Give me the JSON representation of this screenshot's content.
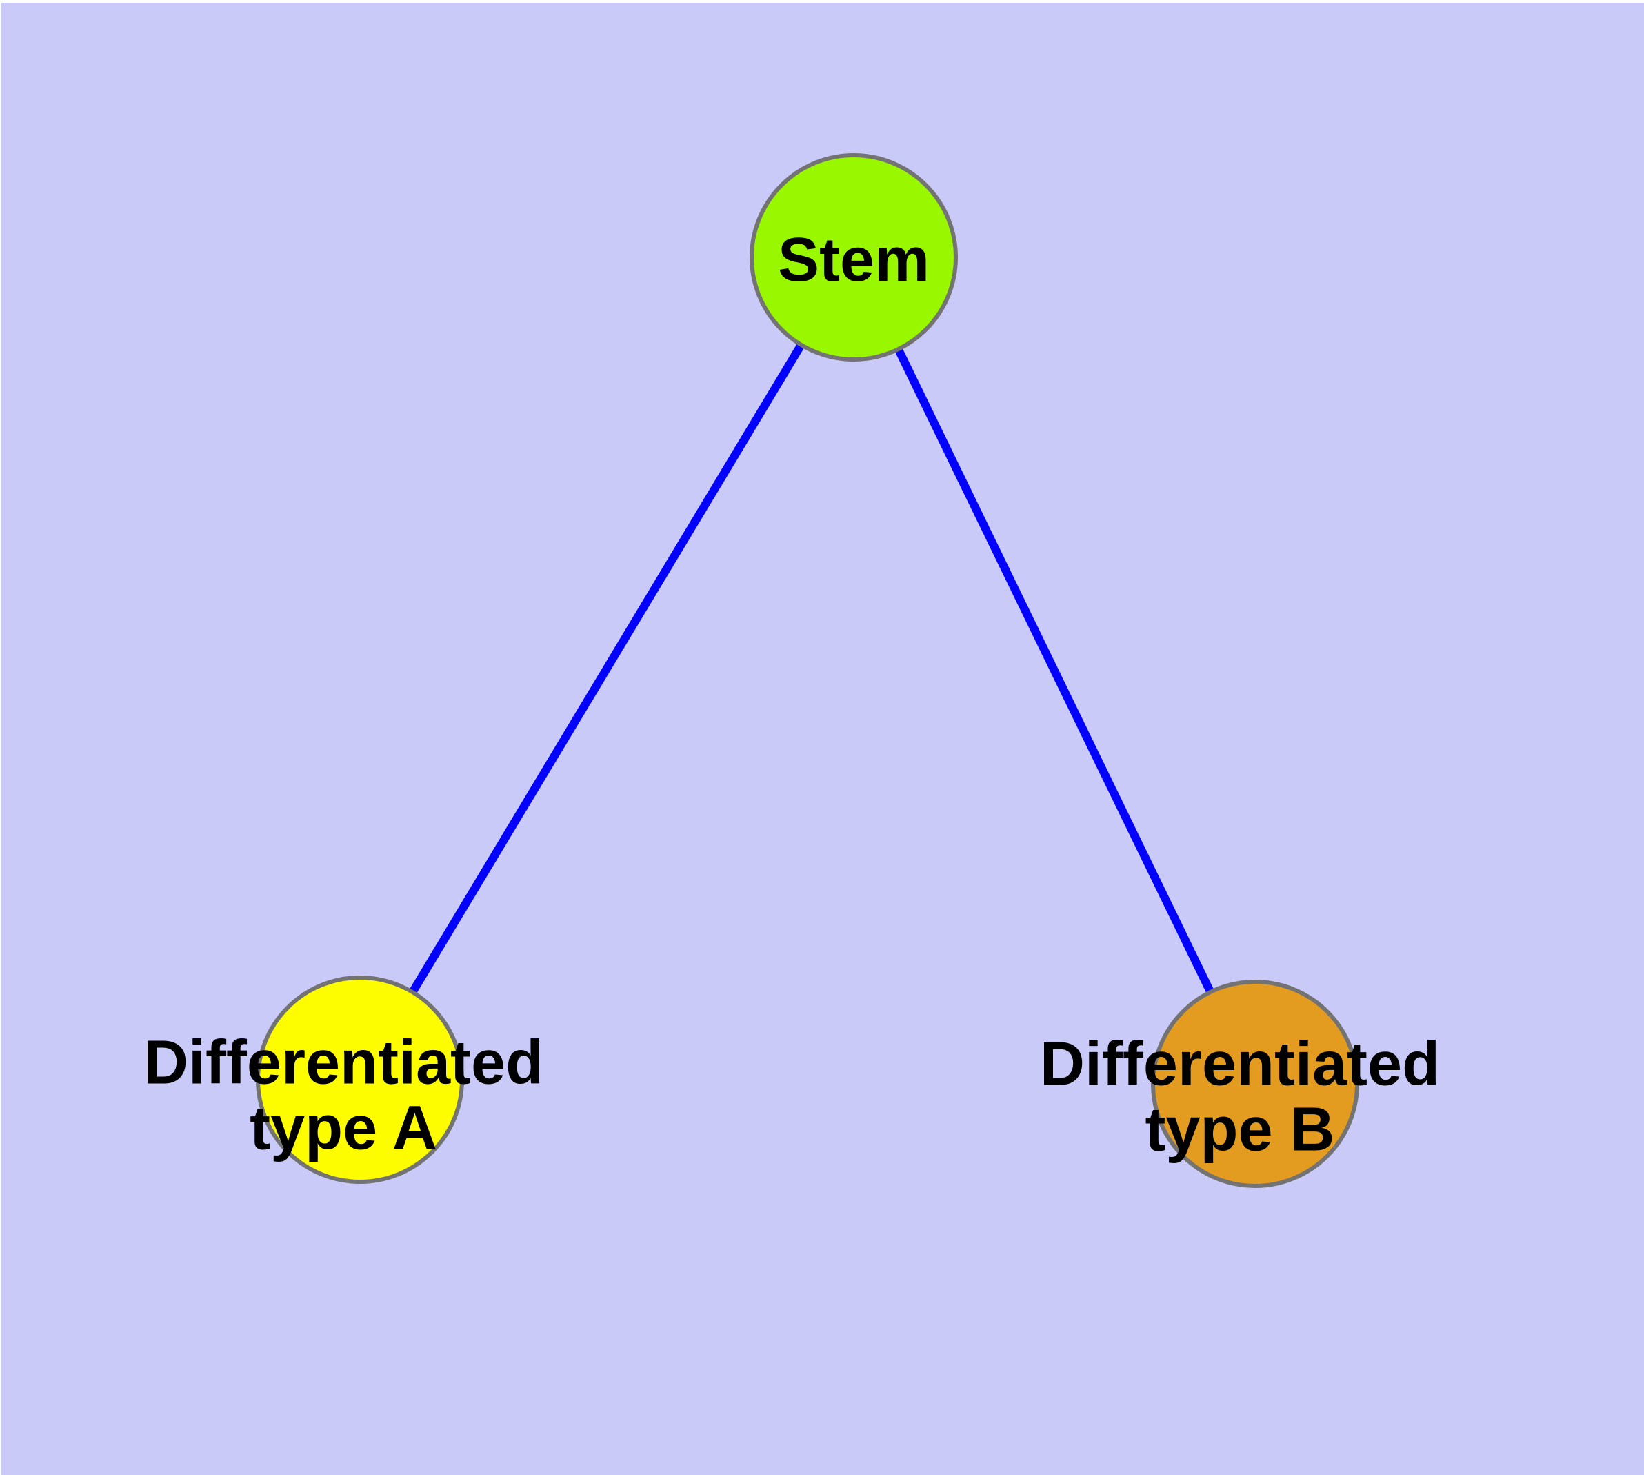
{
  "diagram": {
    "type": "node-link-graph",
    "nodes": [
      {
        "id": "stem",
        "label": "Stem",
        "lines": [
          "Stem"
        ],
        "fill": "#99f800"
      },
      {
        "id": "differentiated-type-a",
        "label": "Differentiated type A",
        "lines": [
          "Differentiated",
          "type A"
        ],
        "fill": "#fdfd00"
      },
      {
        "id": "differentiated-type-b",
        "label": "Differentiated type B",
        "lines": [
          "Differentiated",
          "type B"
        ],
        "fill": "#e49c20"
      }
    ],
    "edges": [
      {
        "from": "stem",
        "to": "differentiated-type-a"
      },
      {
        "from": "stem",
        "to": "differentiated-type-b"
      }
    ],
    "colors": {
      "background": "#cacaf9",
      "edge": "#0202fd",
      "node_border": "#737373",
      "label_text": "#000000"
    }
  }
}
